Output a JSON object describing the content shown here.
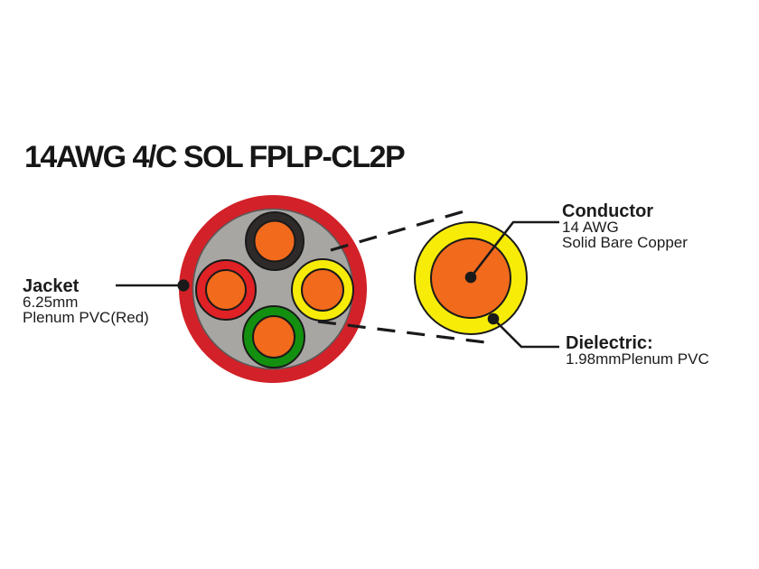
{
  "title": "14AWG 4/C SOL FPLP-CL2P",
  "labels": {
    "jacket": {
      "heading": "Jacket",
      "lines": [
        "6.25mm",
        "Plenum PVC(Red)"
      ]
    },
    "conductor": {
      "heading": "Conductor",
      "lines": [
        "14 AWG",
        "Solid Bare Copper"
      ]
    },
    "dielectric": {
      "heading": "Dielectric:",
      "lines": [
        "1.98mmPlenum PVC"
      ]
    }
  },
  "colors": {
    "jacket_red": "#d22128",
    "filler_gray": "#a8a6a3",
    "insulation_black": "#2e2a2a",
    "insulation_red": "#e02125",
    "insulation_yellow": "#f7ec08",
    "insulation_green": "#13900f",
    "copper_orange": "#f26a1c",
    "dielectric_yellow": "#f7ec08",
    "line_black": "#1a1a1a",
    "text_black": "#1c1c1c",
    "background": "#ffffff"
  }
}
